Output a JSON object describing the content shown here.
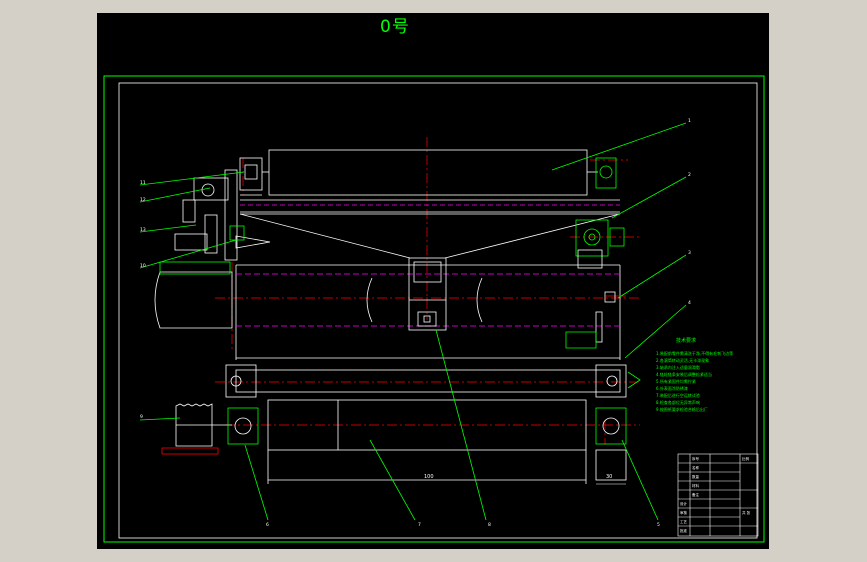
{
  "sheet": {
    "title": "0号"
  },
  "tech_requirements": {
    "heading": "技术要求",
    "lines": [
      "1.装配前零件需清洗干净,不得有毛刺飞边等",
      "2.各滚筒转动灵活,无卡滞现象",
      "3.轴承内注入适量润滑脂",
      "4.链轮链条安装后调整松紧适当",
      "5.所有紧固件均需拧紧",
      "6.外表面涂防锈漆",
      "7.装配后进行空运转试验",
      "8.检查各部位无异常声响",
      "9.按图纸要求检验合格后出厂"
    ]
  },
  "callouts": {
    "right": [
      "1",
      "2",
      "3",
      "4"
    ],
    "left": [
      "11",
      "12",
      "13",
      "10",
      "9"
    ],
    "bottom": [
      "6",
      "7",
      "8",
      "5"
    ]
  },
  "dimensions": {
    "roller_width": "100",
    "bracket_width": "30"
  },
  "title_block": {
    "rows": [
      "序号",
      "名称",
      "数量",
      "材料",
      "备注",
      "设计",
      "审核",
      "工艺",
      "批准"
    ],
    "scale_label": "比例",
    "sheet_label": "共 张"
  },
  "colors": {
    "frame": "#00ff00",
    "part": "#ffffff",
    "center": "#ff0000",
    "hidden": "#ff00ff"
  }
}
